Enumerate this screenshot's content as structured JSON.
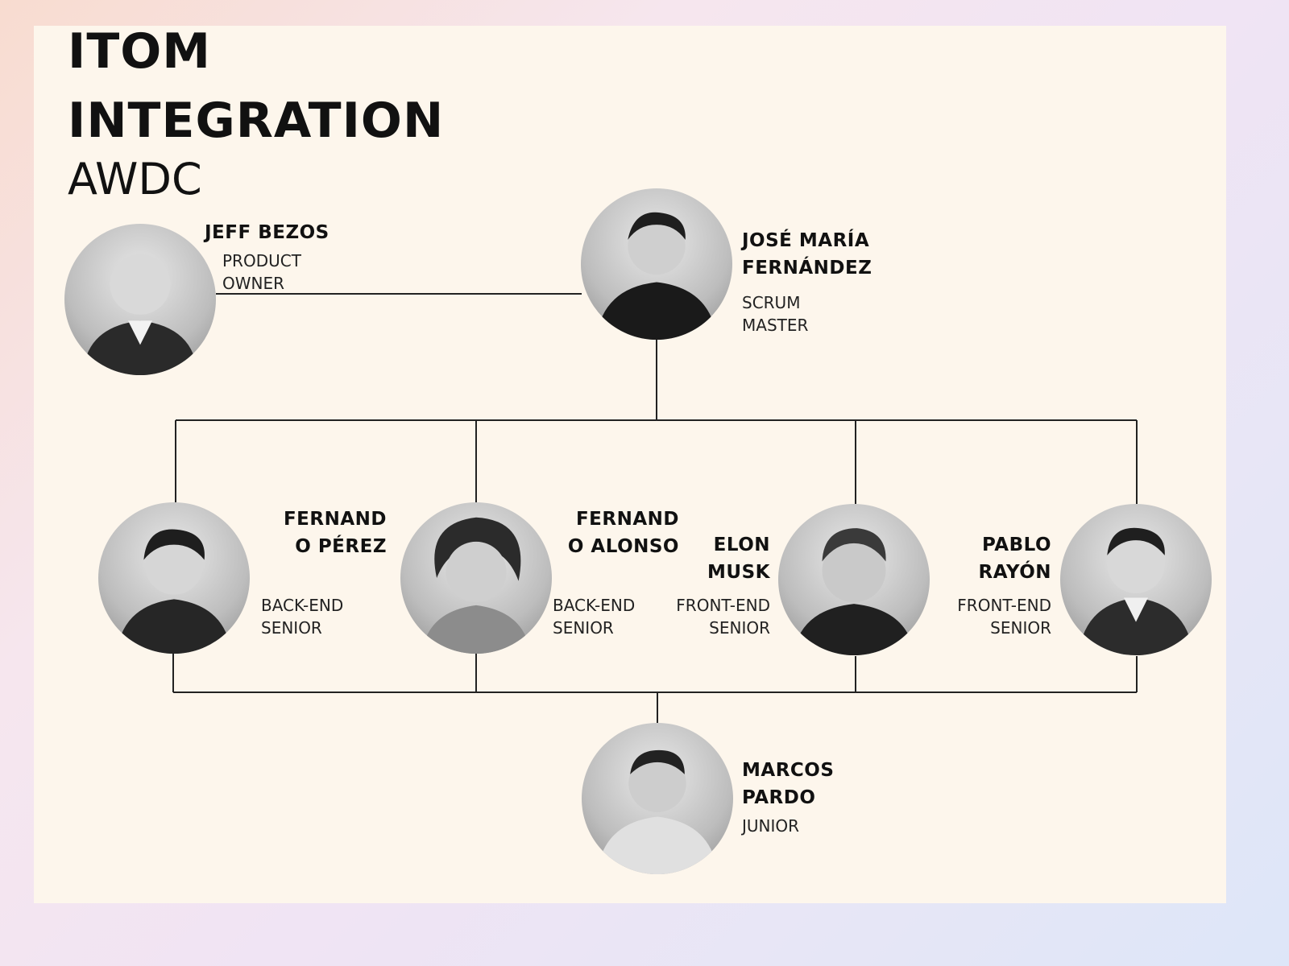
{
  "header": {
    "title_line1": "ITOM",
    "title_line2": "INTEGRATION",
    "subtitle": "AWDC"
  },
  "members": {
    "jeff": {
      "name1": "JEFF BEZOS",
      "role1": "PRODUCT",
      "role2": "OWNER"
    },
    "jose": {
      "name1": "JOSÉ MARÍA",
      "name2": "FERNÁNDEZ",
      "role1": "SCRUM",
      "role2": "MASTER"
    },
    "perez": {
      "name1": "FERNAND",
      "name2": "O PÉREZ",
      "role1": "BACK-END",
      "role2": "SENIOR"
    },
    "alonso": {
      "name1": "FERNAND",
      "name2": "O ALONSO",
      "role1": "BACK-END",
      "role2": "SENIOR"
    },
    "musk": {
      "name1": "ELON",
      "name2": "MUSK",
      "role1": "FRONT-END",
      "role2": "SENIOR"
    },
    "rayon": {
      "name1": "PABLO",
      "name2": "RAYÓN",
      "role1": "FRONT-END",
      "role2": "SENIOR"
    },
    "pardo": {
      "name1": "MARCOS",
      "name2": "PARDO",
      "role1": "JUNIOR"
    }
  },
  "colors": {
    "card_bg": "#fdf6ec",
    "line": "#222222",
    "text": "#111111"
  }
}
